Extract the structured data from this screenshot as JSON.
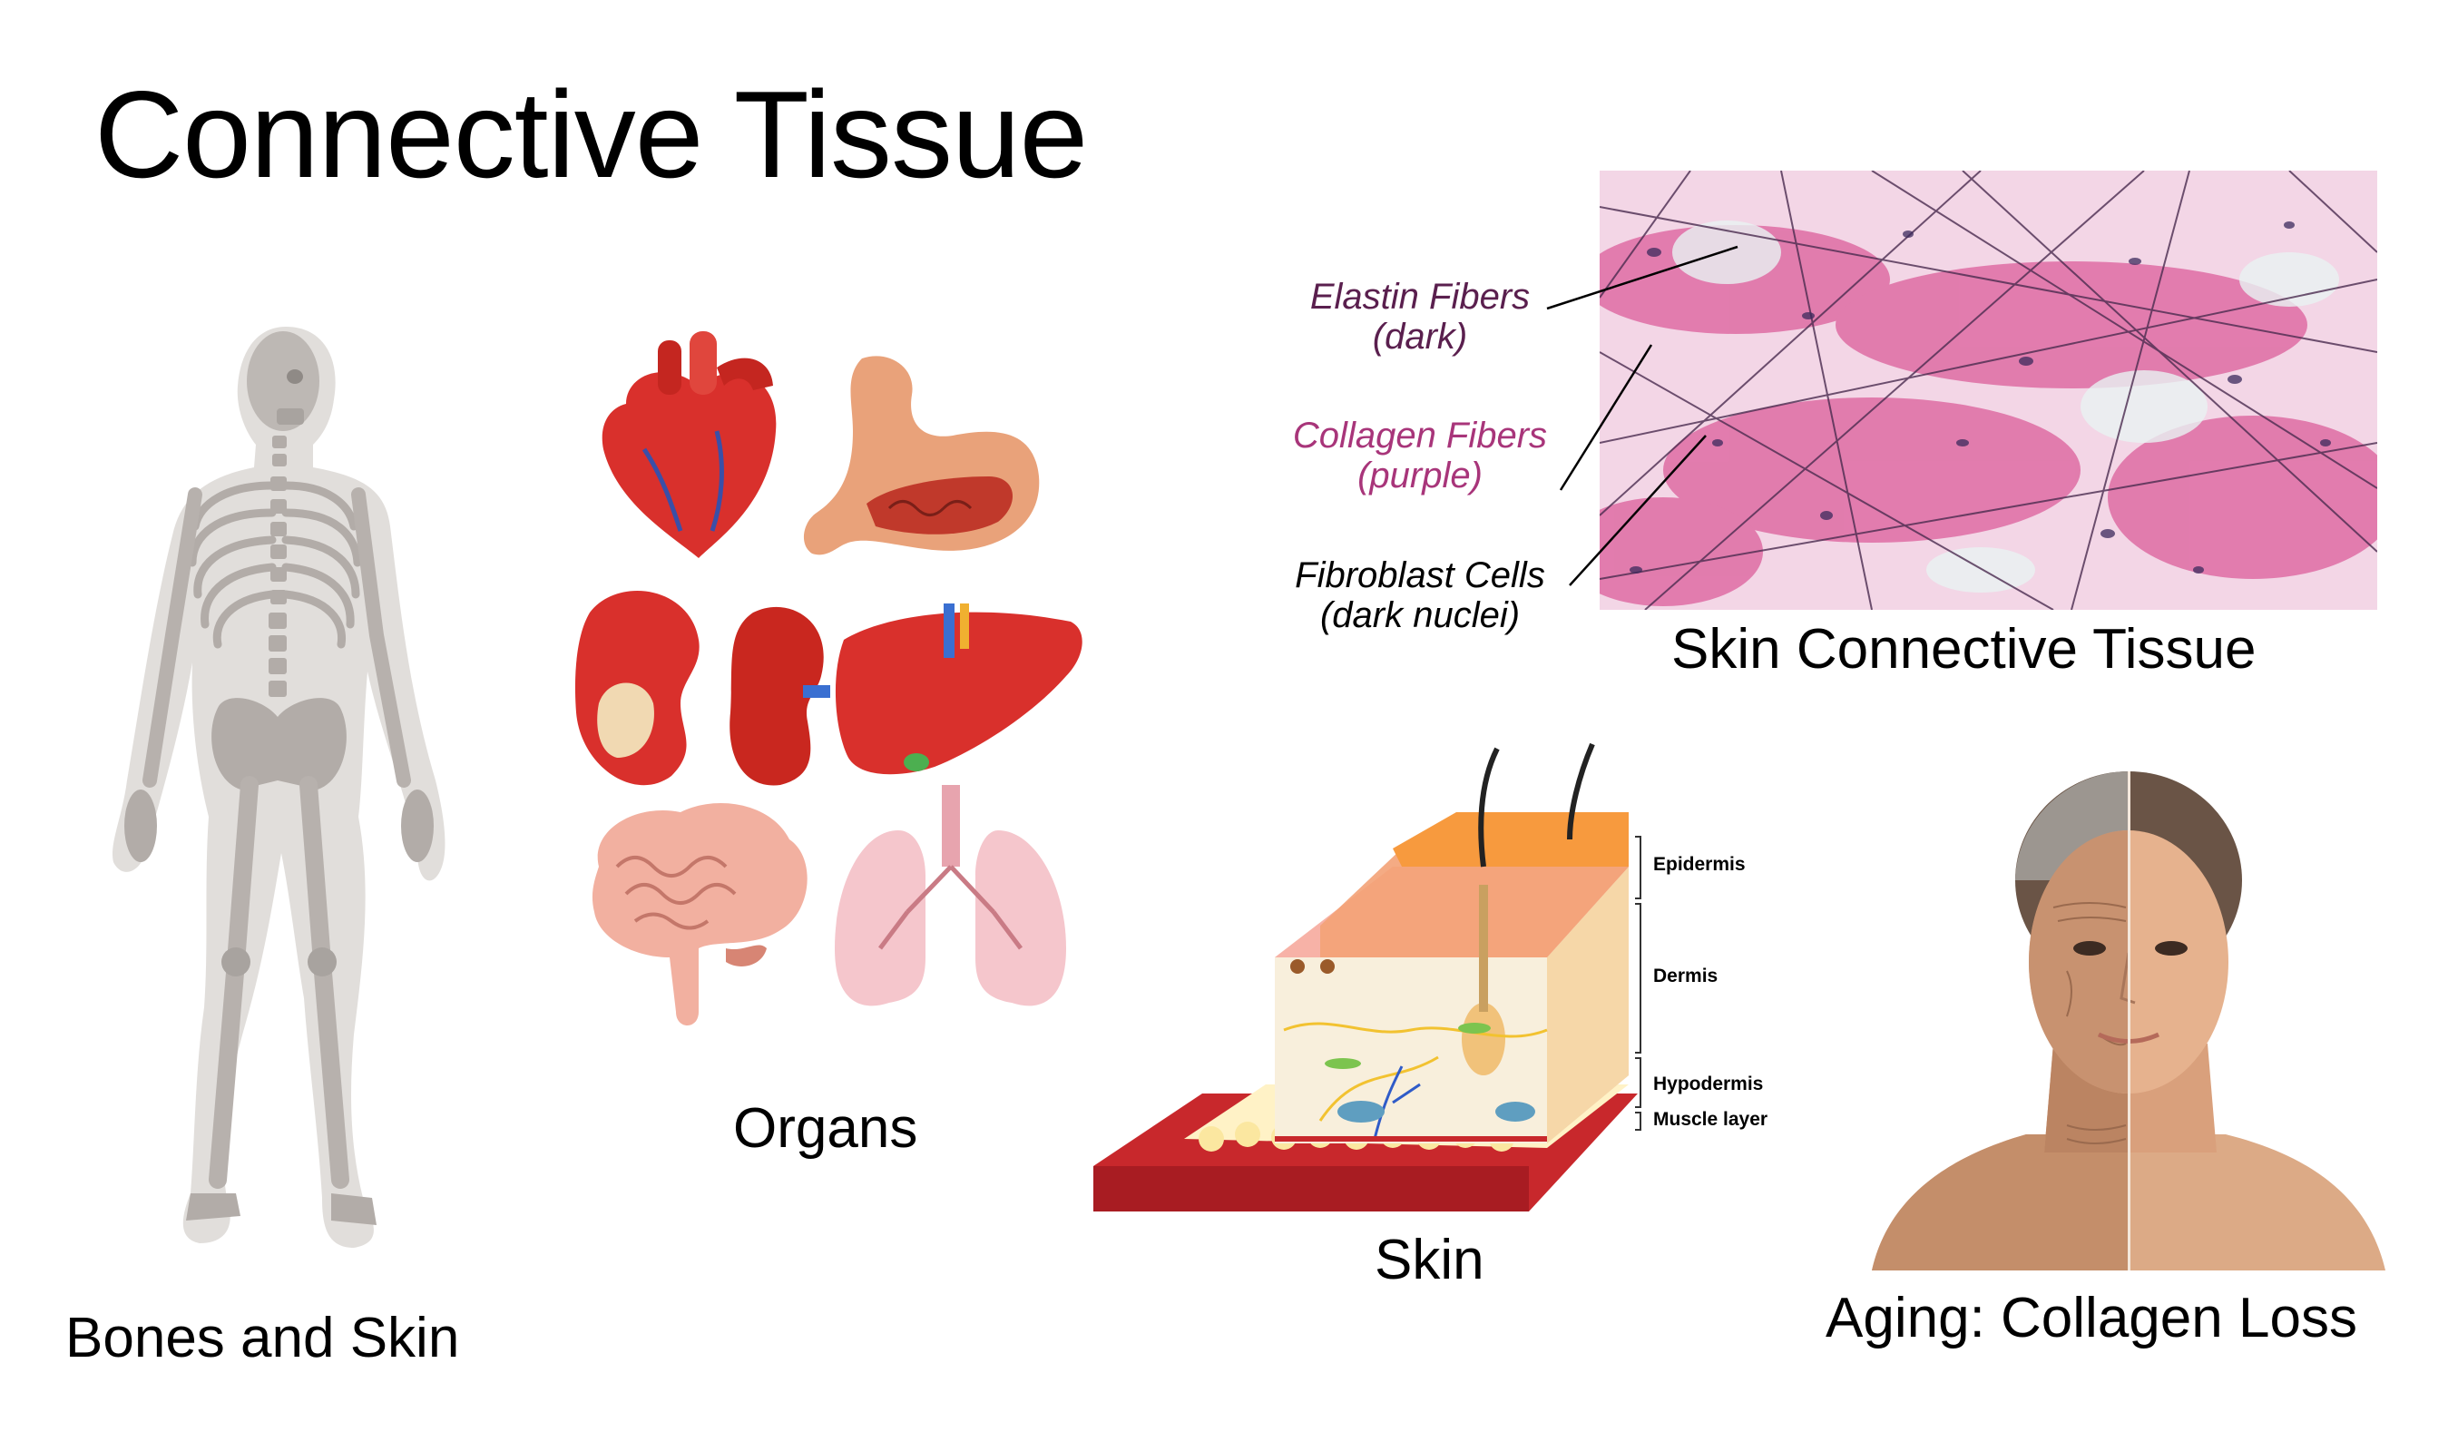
{
  "page": {
    "title": "Connective Tissue"
  },
  "panels": {
    "skeleton": {
      "caption": "Bones and Skin"
    },
    "organs": {
      "caption": "Organs"
    },
    "histology": {
      "caption": "Skin Connective Tissue",
      "labels": [
        {
          "line1": "Elastin Fibers",
          "line2": "(dark)",
          "color": "#5a1f4e"
        },
        {
          "line1": "Collagen Fibers",
          "line2": "(purple)",
          "color": "#a8357a"
        },
        {
          "line1": "Fibroblast Cells",
          "line2": "(dark nuclei)",
          "color": "#000000"
        }
      ]
    },
    "skin": {
      "caption": "Skin",
      "layers": [
        "Epidermis",
        "Dermis",
        "Hypodermis",
        "Muscle layer"
      ]
    },
    "aging": {
      "caption": "Aging: Collagen Loss"
    }
  },
  "colors": {
    "organ_red": "#d9302c",
    "stomach": "#e9a27a",
    "brain": "#f2b0a0",
    "lung": "#f5c6cc",
    "histology_bg": "#f3d6e6",
    "collagen": "#d4337f",
    "bone": "#c9c4c0"
  }
}
